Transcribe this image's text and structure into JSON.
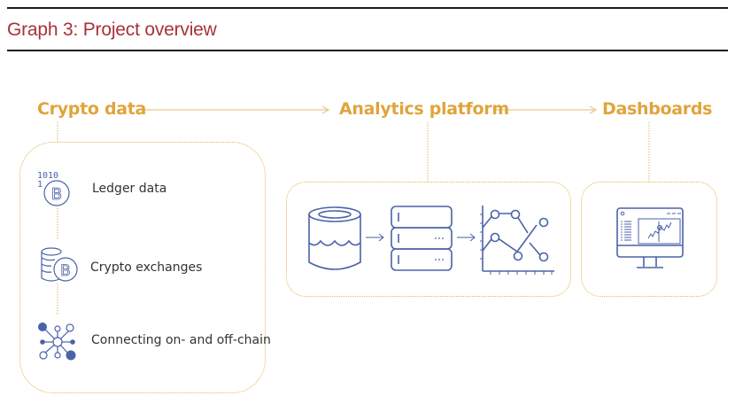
{
  "header": {
    "title": "Graph 3: Project overview"
  },
  "stages": [
    {
      "label": "Crypto data"
    },
    {
      "label": "Analytics platform"
    },
    {
      "label": "Dashboards"
    }
  ],
  "sources": [
    {
      "label": "Ledger data",
      "icon": "bitcoin-binary-icon"
    },
    {
      "label": "Crypto exchanges",
      "icon": "coin-stack-bitcoin-icon"
    },
    {
      "label": "Connecting on- and off-chain",
      "icon": "network-nodes-icon"
    }
  ],
  "colors": {
    "title": "#a8323a",
    "accent": "#e0a43c",
    "icon": "#4a62a8"
  }
}
